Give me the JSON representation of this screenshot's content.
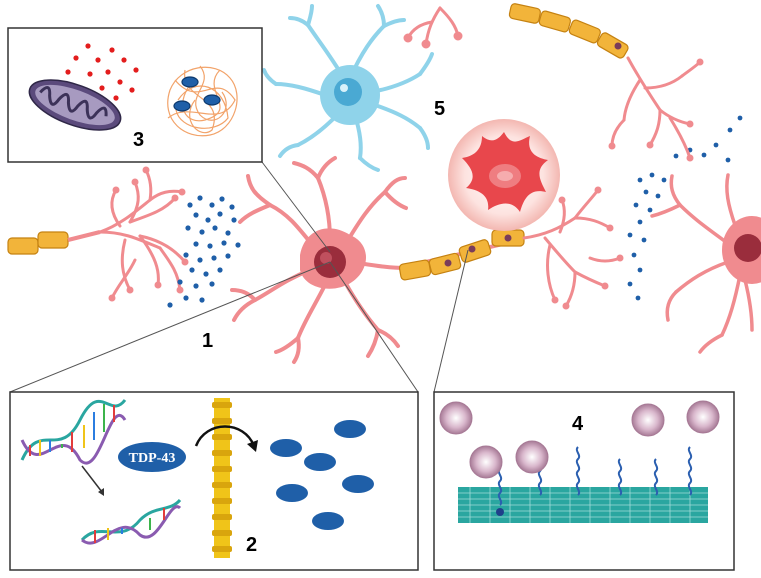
{
  "labels": {
    "n1": "1",
    "n2": "2",
    "n3": "3",
    "n4": "4",
    "n5": "5",
    "tdp43": "TDP-43"
  },
  "colors": {
    "neuron_pink": "#f08b8f",
    "neuron_pink_light": "#f6b1b3",
    "nucleus_dark": "#9a2d3c",
    "astrocyte_blue": "#8fd3ea",
    "myelin_orange": "#f2b43a",
    "vesicle_blue": "#1f5fa8",
    "dead_neuron_red": "#e8474c",
    "red_particles": "#e31d1d",
    "protein_blue": "#1f5fa8",
    "membrane_yellow": "#f0c419",
    "membrane_teal": "#2aa6a0",
    "virus_purple": "#b78aa6",
    "panel_border": "#333333"
  },
  "icons": [
    "mitochondrion-icon",
    "protein-aggregate-icon",
    "dna-helix-icon",
    "mrna-strand-icon",
    "membrane-channel-icon",
    "arrow-icon",
    "virus-particle-icon",
    "cell-membrane-icon"
  ]
}
